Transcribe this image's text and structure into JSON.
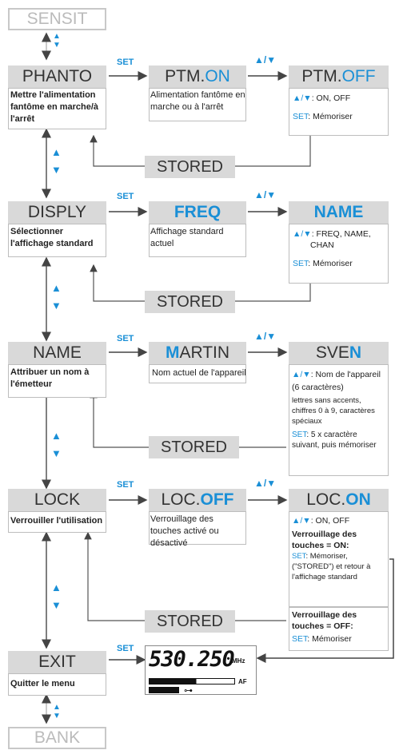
{
  "colors": {
    "accent": "#1a8fd6",
    "header_bg": "#d9d9d9",
    "line": "#555555",
    "outline": "#c8c8c8"
  },
  "top_nav": {
    "label": "SENSIT"
  },
  "bottom_nav": {
    "label": "BANK"
  },
  "set_label": "SET",
  "updown_label": "▲/▼",
  "stored_label": "STORED",
  "phanto": {
    "title": "PHANTO",
    "desc": "Mettre l'alimentation fantôme en marche/à l'arrêt",
    "state_prefix": "PTM.",
    "state_value": "ON",
    "state_desc": "Alimentation fantôme en marche ou à l'arrêt",
    "next_prefix": "PTM.",
    "next_value": "OFF",
    "opt_line": ": ON, OFF",
    "set_text": ": Mémoriser"
  },
  "disply": {
    "title": "DISPLY",
    "desc": "Sélectionner l'affichage standard",
    "state_value": "FREQ",
    "state_desc": "Affichage standard actuel",
    "next_value": "NAME",
    "opt_line": ": FREQ, NAME,",
    "opt_line2": "CHAN",
    "set_text": ": Mémoriser"
  },
  "name": {
    "title": "NAME",
    "desc": "Attribuer un nom à l'émetteur",
    "state_first": "M",
    "state_rest": "ARTIN",
    "state_desc": "Nom actuel de l'appareil",
    "next_rest": "SVE",
    "next_last": "N",
    "opt_line": ": Nom de l'appareil",
    "opt_line2": "(6 caractères)",
    "opt_small": "lettres sans accents, chiffres 0 à 9, caractères spéciaux",
    "set_text": ": 5 x caractère suivant, puis mémoriser"
  },
  "lock": {
    "title": "LOCK",
    "desc": "Verrouiller l'utilisation",
    "state_prefix": "LOC.",
    "state_value": "OFF",
    "state_desc": "Verrouillage des touches activé ou désactivé",
    "next_prefix": "LOC.",
    "next_value": "ON",
    "opt_line": ": ON, OFF",
    "on_bold": "Verrouillage des touches = ON:",
    "on_set_text": ": Mémoriser, (\"STORED\") et retour à l'affichage standard",
    "off_bold": "Verrouillage des touches = OFF:",
    "off_set_text": ": Mémoriser"
  },
  "exit": {
    "title": "EXIT",
    "desc": "Quitter le menu"
  },
  "lcd": {
    "frequency": "530.250",
    "unit": "MHz",
    "af_label": "AF"
  }
}
